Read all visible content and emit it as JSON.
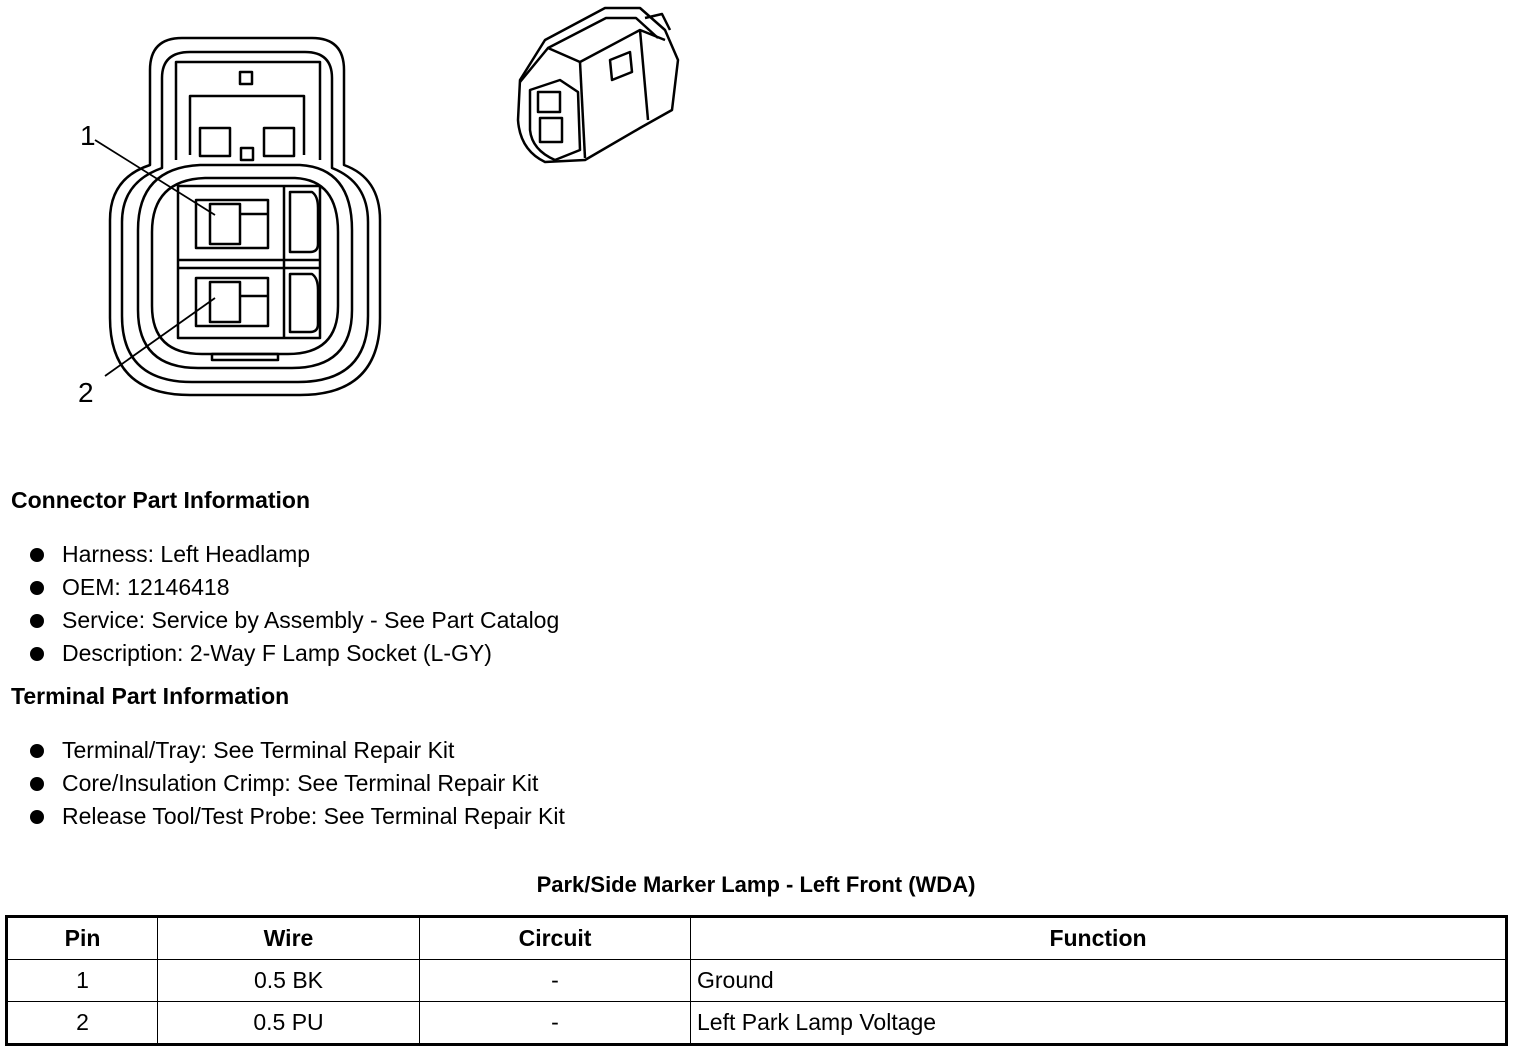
{
  "diagram": {
    "callouts": [
      "1",
      "2"
    ]
  },
  "connector_part_info": {
    "title": "Connector Part Information",
    "items": [
      "Harness: Left Headlamp",
      "OEM: 12146418",
      "Service: Service by Assembly - See Part Catalog",
      "Description: 2-Way F Lamp Socket (L-GY)"
    ]
  },
  "terminal_part_info": {
    "title": "Terminal Part Information",
    "items": [
      "Terminal/Tray: See Terminal Repair Kit",
      "Core/Insulation Crimp: See Terminal Repair Kit",
      "Release Tool/Test Probe: See Terminal Repair Kit"
    ]
  },
  "pin_table": {
    "title": "Park/Side Marker Lamp - Left Front (WDA)",
    "headers": [
      "Pin",
      "Wire",
      "Circuit",
      "Function"
    ],
    "rows": [
      [
        "1",
        "0.5 BK",
        "-",
        "Ground"
      ],
      [
        "2",
        "0.5 PU",
        "-",
        "Left Park Lamp Voltage"
      ]
    ]
  }
}
